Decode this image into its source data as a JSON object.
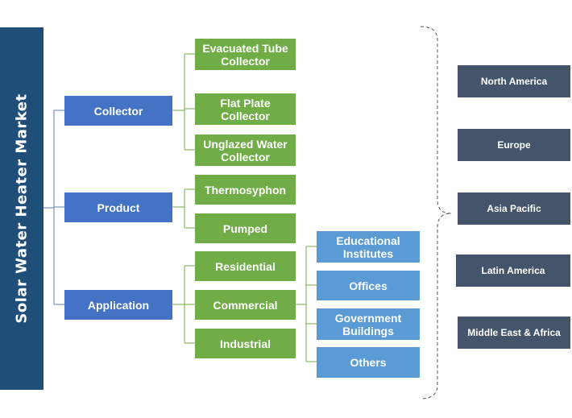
{
  "title": "Solar Water Heater Market",
  "segments": [
    {
      "label": "Collector",
      "children": [
        "Evacuated Tube Collector",
        "Flat Plate Collector",
        "Unglazed Water Collector"
      ]
    },
    {
      "label": "Product",
      "children": [
        "Thermosyphon",
        "Pumped"
      ]
    },
    {
      "label": "Application",
      "children": [
        "Residential",
        "Commercial",
        "Industrial"
      ]
    }
  ],
  "commercial_subtypes": [
    "Educational Institutes",
    "Offices",
    "Government Buildings",
    "Others"
  ],
  "regions": [
    "North America",
    "Europe",
    "Asia Pacific",
    "Latin America",
    "Middle East & Africa"
  ],
  "colors": {
    "title_bar": "#1f4e79",
    "segment": "#4472c4",
    "sub_segment": "#70ad47",
    "commercial_subtype": "#5b9bd5",
    "region": "#44546a"
  }
}
